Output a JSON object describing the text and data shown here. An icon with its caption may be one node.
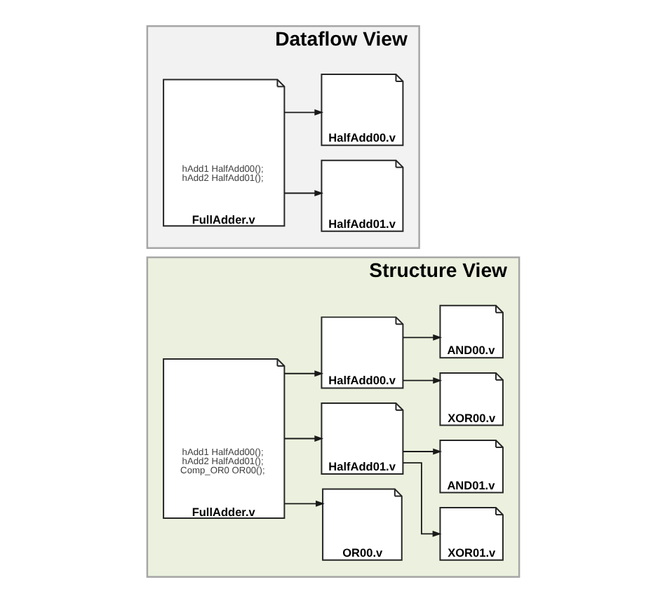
{
  "diagram": {
    "nodes": [
      {
        "text": [
          "Dataflow View"
        ]
      },
      {
        "text": [
          "hAdd1 HalfAdd00();",
          "hAdd2 HalfAdd01();",
          "FullAdder.v"
        ],
        "in": 0
      },
      {
        "text": [
          "HalfAdd00.v"
        ],
        "in": 0
      },
      {
        "text": [
          "HalfAdd01.v"
        ],
        "in": 0
      },
      {
        "text": [
          "Structure View"
        ]
      },
      {
        "text": [
          "hAdd1 HalfAdd00();",
          "hAdd2 HalfAdd01();",
          "Comp_OR0 OR00();",
          "FullAdder.v"
        ],
        "in": 4
      },
      {
        "text": [
          "HalfAdd00.v"
        ],
        "in": 4
      },
      {
        "text": [
          "HalfAdd01.v"
        ],
        "in": 4
      },
      {
        "text": [
          "OR00.v"
        ],
        "in": 4
      },
      {
        "text": [
          "AND00.v"
        ],
        "in": 4
      },
      {
        "text": [
          "XOR00.v"
        ],
        "in": 4
      },
      {
        "text": [
          "AND01.v"
        ],
        "in": 4
      },
      {
        "text": [
          "XOR01.v"
        ],
        "in": 4
      }
    ],
    "edges": [
      {
        "from": 1,
        "to": 2,
        "arrow": "to"
      },
      {
        "from": 1,
        "to": 3,
        "arrow": "to"
      },
      {
        "from": 5,
        "to": 6,
        "arrow": "to"
      },
      {
        "from": 5,
        "to": 7,
        "arrow": "to"
      },
      {
        "from": 5,
        "to": 8,
        "arrow": "to"
      },
      {
        "from": 6,
        "to": 9,
        "arrow": "to"
      },
      {
        "from": 6,
        "to": 10,
        "arrow": "to"
      },
      {
        "from": 7,
        "to": 11,
        "arrow": "to"
      },
      {
        "from": 7,
        "to": 12,
        "arrow": "to"
      }
    ]
  }
}
